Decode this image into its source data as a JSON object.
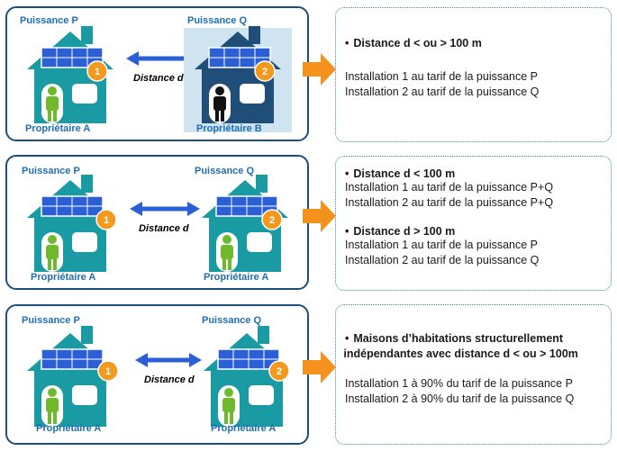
{
  "scenes": [
    {
      "house_left_label": "Puissance P",
      "house_right_label": "Puissance Q",
      "badge_left": "1",
      "badge_right": "2",
      "distance_label": "Distance d",
      "owner_left": "Propriétaire A",
      "owner_right": "Propriétaire B"
    },
    {
      "house_left_label": "Puissance P",
      "house_right_label": "Puissance Q",
      "badge_left": "1",
      "badge_right": "2",
      "distance_label": "Distance d",
      "owner_left": "Propriétaire A",
      "owner_right": "Propriétaire A"
    },
    {
      "house_left_label": "Puissance P",
      "house_right_label": "Puissance Q",
      "badge_left": "1",
      "badge_right": "2",
      "distance_label": "Distance d",
      "owner_left": "Propriétaire A",
      "owner_right": "Propriétaire A"
    }
  ],
  "cards": [
    {
      "blocks": [
        {
          "heading": "Distance d < ou > 100 m",
          "lines": [
            "Installation 1 au tarif de la puissance P",
            "Installation 2 au tarif de la puissance Q"
          ]
        }
      ]
    },
    {
      "blocks": [
        {
          "heading": "Distance d < 100 m",
          "lines": [
            "Installation 1 au tarif de la puissance P+Q",
            "Installation 2 au tarif de la puissance P+Q"
          ]
        },
        {
          "heading": "Distance d > 100 m",
          "lines": [
            "Installation 1 au tarif de la puissance P",
            "Installation 2 au tarif de la puissance Q"
          ]
        }
      ]
    },
    {
      "blocks": [
        {
          "heading_line1": "Maisons d’habitations structurellement",
          "heading_line2": "indépendantes avec distance d < ou > 100m",
          "lines": [
            "Installation 1 à 90% du tarif de la puissance P",
            "Installation 2 à 90% du tarif de la puissance Q"
          ]
        }
      ]
    }
  ],
  "colors": {
    "frame": "#1f4e79",
    "house_teal": "#1a9aa3",
    "house_dark": "#1f4e79",
    "house_dark_bg": "#cfe3f1",
    "panel": "#2a5fd6",
    "badge": "#f39a1e",
    "arrow_blue": "#2a5fd6",
    "arrow_orange": "#f5921e",
    "person_green": "#6fba2c",
    "person_black": "#111111",
    "label_blue": "#1f6fb0"
  }
}
